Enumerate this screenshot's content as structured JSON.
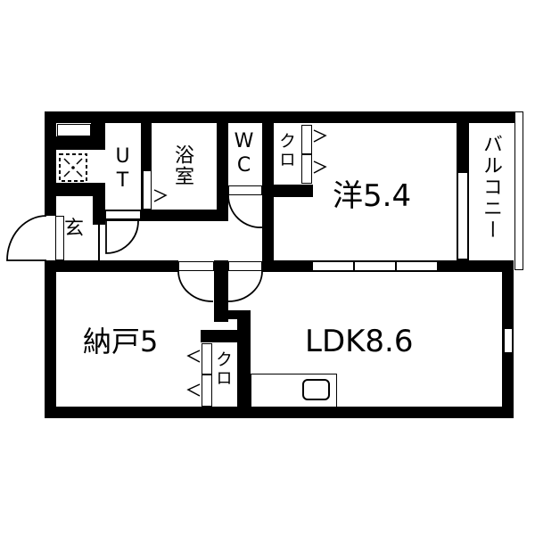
{
  "floorplan": {
    "rooms": {
      "ut": {
        "label": "UT"
      },
      "bath": {
        "label": "浴室"
      },
      "wc": {
        "label": "WC"
      },
      "closet_western": {
        "label": "クロ"
      },
      "western": {
        "label": "洋5.4"
      },
      "balcony": {
        "label": "バルコニー"
      },
      "entrance": {
        "label": "玄"
      },
      "storage": {
        "label": "納戸5"
      },
      "closet_storage": {
        "label": "クロ"
      },
      "ldk": {
        "label": "LDK8.6"
      }
    },
    "colors": {
      "wall": "#000000",
      "background": "#ffffff"
    }
  }
}
